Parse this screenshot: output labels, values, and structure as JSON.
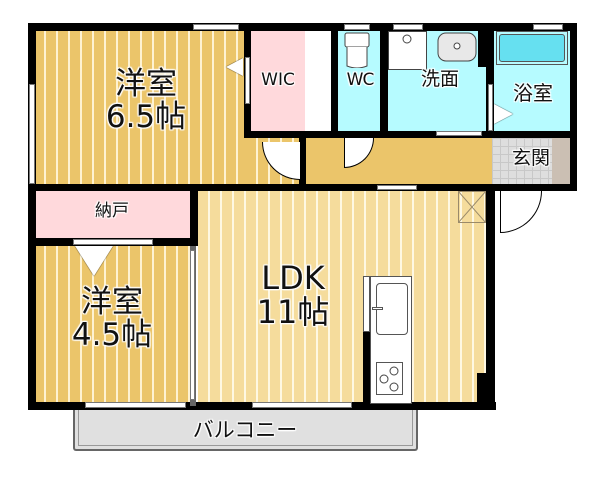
{
  "floorplan": {
    "colors": {
      "wall": "#000000",
      "western_room_floor": "#ebc56a",
      "ldk_floor": "#f5dc9c",
      "hallway_floor": "#ebc56a",
      "storage_pink": "#ffd9dc",
      "wet_area_cyan": "#b6fbff",
      "bathtub_cyan": "#66e0f0",
      "entrance_gray": "#dcdcdc",
      "shoebox_tan": "#cbbfb3",
      "balcony_gray": "#e0e0e0"
    },
    "rooms": {
      "western_room_1": {
        "name": "洋室",
        "size": "6.5帖"
      },
      "wic": {
        "name": "WIC"
      },
      "wc": {
        "name": "WC"
      },
      "washroom": {
        "name": "洗面"
      },
      "bathroom": {
        "name": "浴室"
      },
      "entrance": {
        "name": "玄関"
      },
      "storage": {
        "name": "納戸"
      },
      "western_room_2": {
        "name": "洋室",
        "size": "4.5帖"
      },
      "ldk": {
        "name": "LDK",
        "size": "11帖"
      },
      "balcony": {
        "name": "バルコニー"
      }
    },
    "icons": [
      "toilet-icon",
      "washing-machine-icon",
      "sink-icon",
      "bathtub-icon",
      "kitchen-sink-icon",
      "stove-icon",
      "door-swing-icon",
      "closet-arrow-icon",
      "refrigerator-space-icon"
    ]
  }
}
